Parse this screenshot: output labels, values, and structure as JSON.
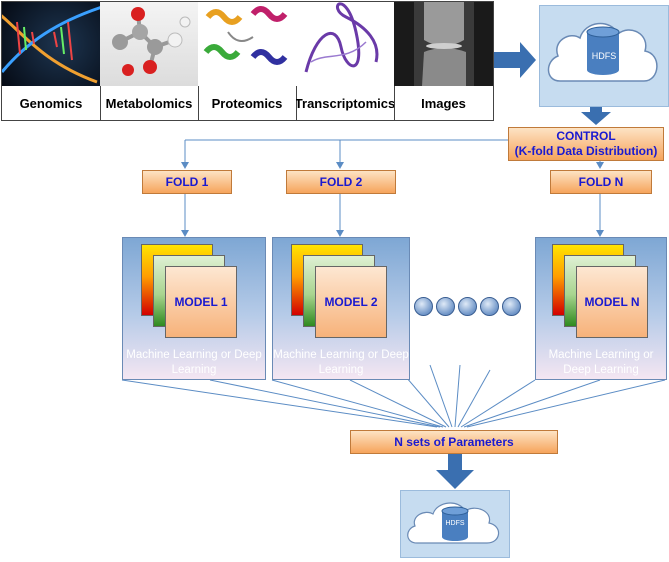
{
  "omics": [
    {
      "label": "Genomics",
      "icon": "dna-helix-icon"
    },
    {
      "label": "Metabolomics",
      "icon": "molecule-icon"
    },
    {
      "label": "Proteomics",
      "icon": "protein-structure-icon"
    },
    {
      "label": "Transcriptomics",
      "icon": "rna-structure-icon"
    },
    {
      "label": "Images",
      "icon": "mri-knee-icon"
    }
  ],
  "storage": {
    "top_label": "HDFS",
    "bottom_label": "HDFS"
  },
  "control": {
    "line1": "CONTROL",
    "line2": "(K-fold Data Distribution)"
  },
  "folds": [
    "FOLD 1",
    "FOLD 2",
    "FOLD N"
  ],
  "models": [
    {
      "title": "MODEL 1",
      "caption": "Machine Learning or Deep Learning"
    },
    {
      "title": "MODEL 2",
      "caption": "Machine Learning or Deep Learning"
    },
    {
      "title": "MODEL N",
      "caption": "Machine Learning or Deep Learning"
    }
  ],
  "aggregate": "N sets of Parameters",
  "colors": {
    "accent_blue": "#2e63a8",
    "label_blue": "#1a1ad0",
    "orange": "#f6a45c"
  }
}
